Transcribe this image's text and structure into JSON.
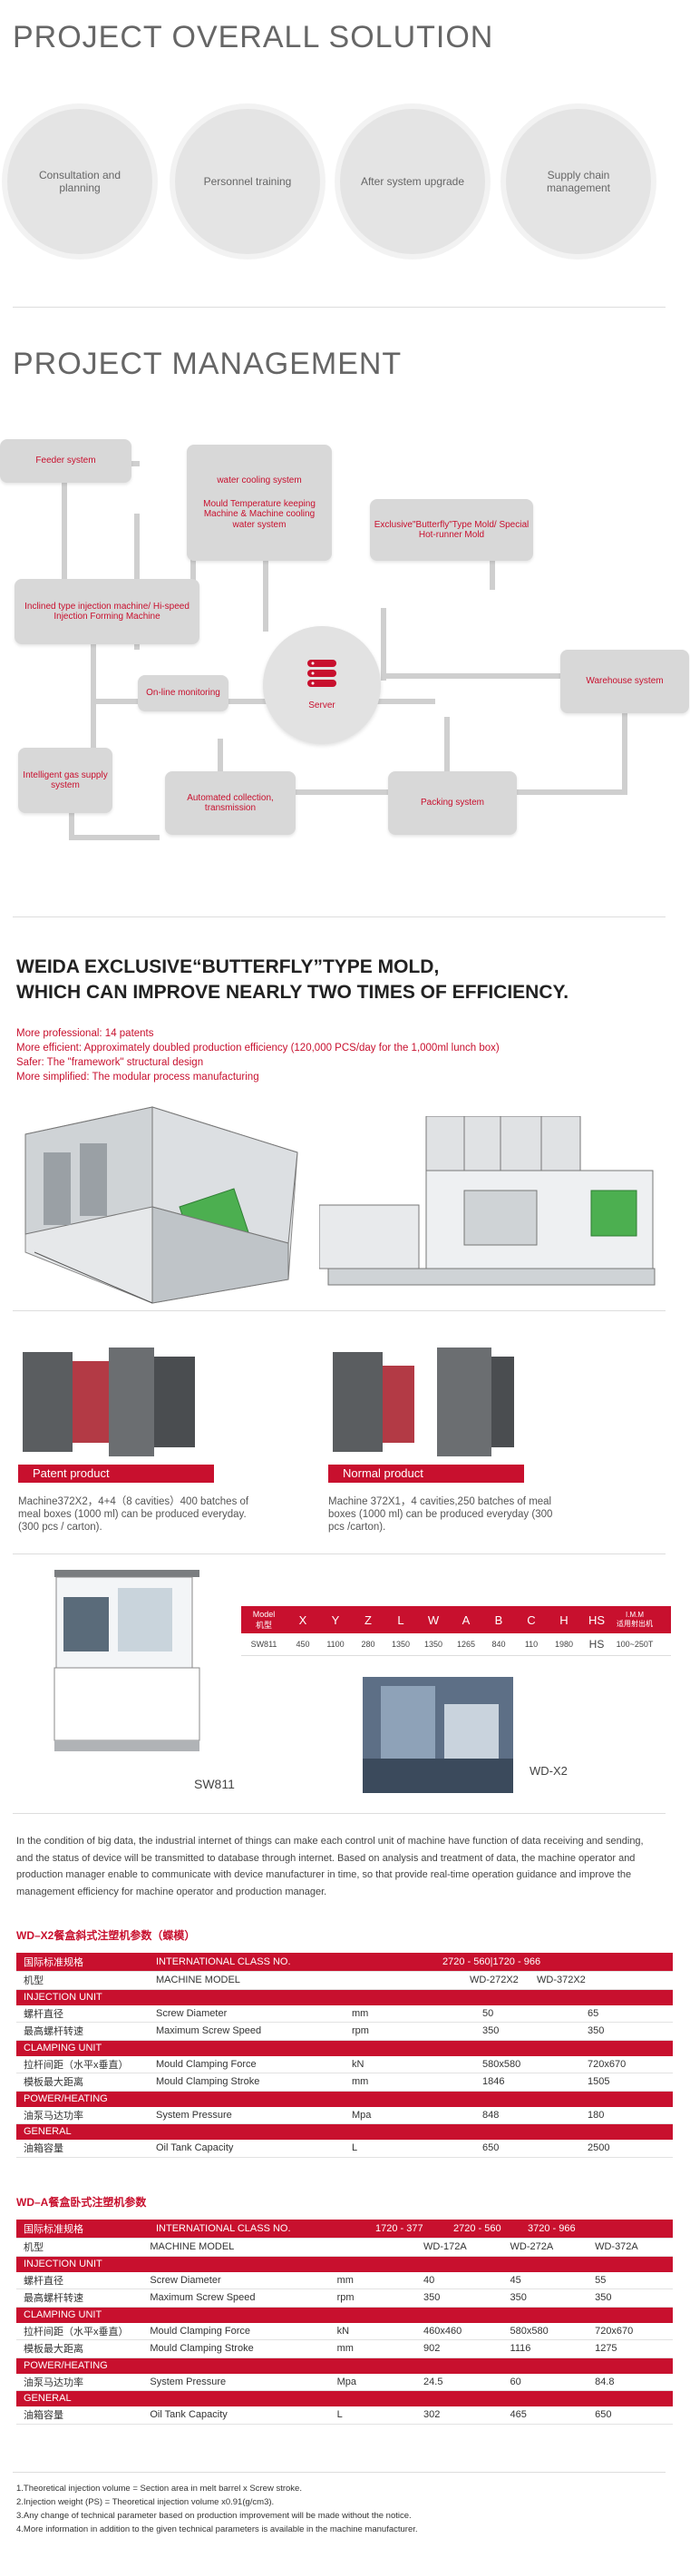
{
  "section1": {
    "title": "PROJECT OVERALL SOLUTION",
    "circles": [
      "Consultation and planning",
      "Personnel training",
      "After system upgrade",
      "Supply chain management"
    ]
  },
  "section2": {
    "title": "PROJECT MANAGEMENT",
    "boxes": {
      "feeder": "Feeder system",
      "water": "water cooling system\n\nMould Temperature keeping Machine & Machine cooling water system",
      "butterfly": "Exclusive\"Butterfly\"Type Mold/ Special Hot-runner Mold",
      "inclined": "Inclined type injection machine/ Hi-speed Injection Forming Machine",
      "online": "On-line monitoring",
      "server": "Server",
      "warehouse": "Warehouse system",
      "gas": "Intelligent gas supply system",
      "auto": "Automated collection, transmission",
      "packing": "Packing system"
    }
  },
  "section3": {
    "title_line1": "WEIDA EXCLUSIVE“BUTTERFLY”TYPE MOLD,",
    "title_line2": "WHICH CAN IMPROVE NEARLY TWO TIMES OF EFFICIENCY.",
    "bullets": [
      "More professional: 14 patents",
      "More efficient: Approximately doubled production efficiency (120,000 PCS/day for the 1,000ml lunch box)",
      "Safer: The \"framework\" structural design",
      "More simplified: The modular process manufacturing"
    ],
    "patent_label": "Patent product",
    "patent_desc": "Machine372X2，4+4（8 cavities）400 batches of meal boxes (1000 ml) can be produced everyday. (300 pcs / carton).",
    "normal_label": "Normal product",
    "normal_desc": "Machine 372X1，4 cavities,250 batches of meal boxes (1000 ml) can be produced everyday (300 pcs /carton)."
  },
  "sw811": {
    "caption": "SW811",
    "wd_caption": "WD-X2",
    "headers": [
      {
        "top": "Model",
        "bottom": "机型"
      },
      {
        "top": "X",
        "bottom": ""
      },
      {
        "top": "Y",
        "bottom": ""
      },
      {
        "top": "Z",
        "bottom": ""
      },
      {
        "top": "L",
        "bottom": ""
      },
      {
        "top": "W",
        "bottom": ""
      },
      {
        "top": "A",
        "bottom": ""
      },
      {
        "top": "B",
        "bottom": ""
      },
      {
        "top": "C",
        "bottom": ""
      },
      {
        "top": "H",
        "bottom": ""
      },
      {
        "top": "HS",
        "bottom": ""
      },
      {
        "top": "I.M.M",
        "bottom": "适用射出机"
      }
    ],
    "row": [
      "SW811",
      "450",
      "1100",
      "280",
      "1350",
      "1350",
      "1265",
      "840",
      "110",
      "1980",
      "HS",
      "100~250T"
    ]
  },
  "paragraph": "In the condition of big data, the industrial internet of things can make each control unit of machine have function of data receiving and sending, and the status of device will be transmitted to database through internet. Based on analysis and treatment of data, the machine operator and production manager enable to communicate with device manufacturer in time, so that provide real-time operation guidance and improve the management efficiency for machine operator and production manager.",
  "table1": {
    "title": "WD–X2餐盒斜式注塑机参数（蝶模）",
    "header": [
      "国际标准规格",
      "INTERNATIONAL CLASS NO.",
      "",
      "2720 - 560|1720 - 966",
      ""
    ],
    "sections": [
      {
        "rows": [
          [
            "机型",
            "MACHINE MODEL",
            "",
            "WD-272X2",
            "WD-372X2"
          ]
        ]
      },
      {
        "cat": "INJECTION UNIT",
        "rows": [
          [
            "螺杆直径",
            "Screw Diameter",
            "mm",
            "50",
            "65"
          ],
          [
            "最高螺杆转速",
            "Maximum Screw Speed",
            "rpm",
            "350",
            "350"
          ]
        ]
      },
      {
        "cat": "CLAMPING UNIT",
        "rows": [
          [
            "拉杆间距（水平x垂直）",
            "Mould Clamping Force",
            "kN",
            "580x580",
            "720x670"
          ],
          [
            "模板最大距离",
            "Mould Clamping Stroke",
            "mm",
            "1846",
            "1505"
          ]
        ]
      },
      {
        "cat": "POWER/HEATING",
        "rows": [
          [
            "油泵马达功率",
            "System Pressure",
            "Mpa",
            "848",
            "180"
          ]
        ]
      },
      {
        "cat": "GENERAL",
        "rows": [
          [
            "油箱容量",
            "Oil Tank Capacity",
            "L",
            "650",
            "2500"
          ]
        ]
      }
    ]
  },
  "table2": {
    "title": "WD–A餐盒卧式注塑机参数",
    "header": [
      "国际标准规格",
      "INTERNATIONAL CLASS NO.",
      "1720 - 377",
      "2720 - 560",
      "3720 - 966"
    ],
    "sections": [
      {
        "rows": [
          [
            "机型",
            "MACHINE MODEL",
            "",
            "WD-172A",
            "WD-272A",
            "WD-372A"
          ]
        ]
      },
      {
        "cat": "INJECTION UNIT",
        "rows": [
          [
            "螺杆直径",
            "Screw Diameter",
            "mm",
            "40",
            "45",
            "55"
          ],
          [
            "最高螺杆转速",
            "Maximum Screw Speed",
            "rpm",
            "350",
            "350",
            "350"
          ]
        ]
      },
      {
        "cat": "CLAMPING UNIT",
        "rows": [
          [
            "拉杆间距（水平x垂直）",
            "Mould Clamping Force",
            "kN",
            "460x460",
            "580x580",
            "720x670"
          ],
          [
            "模板最大距离",
            "Mould Clamping Stroke",
            "mm",
            "902",
            "1116",
            "1275"
          ]
        ]
      },
      {
        "cat": "POWER/HEATING",
        "rows": [
          [
            "油泵马达功率",
            "System Pressure",
            "Mpa",
            "24.5",
            "60",
            "84.8"
          ]
        ]
      },
      {
        "cat": "GENERAL",
        "rows": [
          [
            "油箱容量",
            "Oil Tank Capacity",
            "L",
            "302",
            "465",
            "650"
          ]
        ]
      }
    ]
  },
  "notes": [
    "1.Theoretical injection volume = Section area in melt barrel x Screw stroke.",
    "2.Injection weight (PS) = Theoretical injection volume x0.91(g/cm3).",
    "3.Any change of technical parameter based on production improvement will be made without the notice.",
    "4.More information in addition to the given technical parameters is available in the machine manufacturer."
  ]
}
